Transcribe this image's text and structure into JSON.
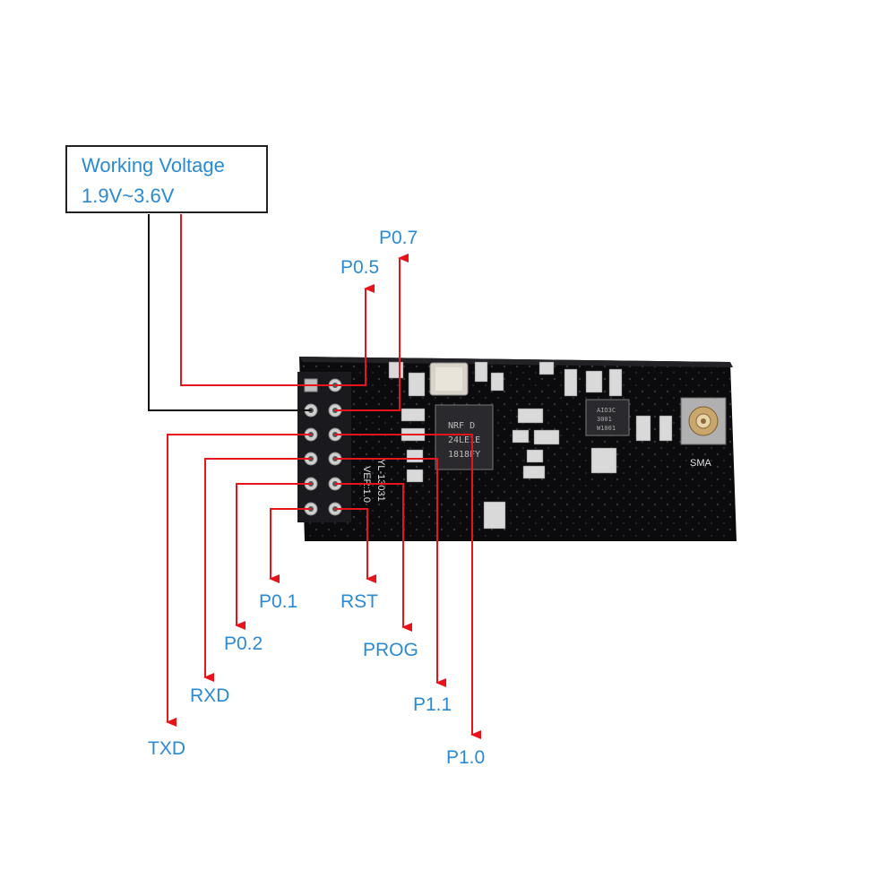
{
  "voltage": {
    "title": "Working Voltage",
    "range": "1.9V~3.6V"
  },
  "board": {
    "chip_text": [
      "NRF D",
      "24LE1E",
      "1818FY"
    ],
    "silk_text": "YL-13031",
    "version_text": "VER:1.0",
    "antenna_label": "SMA",
    "small_chip_text": [
      "AIO3C",
      "3001",
      "W1001"
    ]
  },
  "pins": {
    "p05": "P0.5",
    "p07": "P0.7",
    "p01": "P0.1",
    "rst": "RST",
    "p02": "P0.2",
    "prog": "PROG",
    "rxd": "RXD",
    "p11": "P1.1",
    "txd": "TXD",
    "p10": "P1.0"
  },
  "colors": {
    "arrow": "#e8141b",
    "label": "#2a8ad4",
    "board": "#0b0b0d",
    "wire": "#111111"
  }
}
